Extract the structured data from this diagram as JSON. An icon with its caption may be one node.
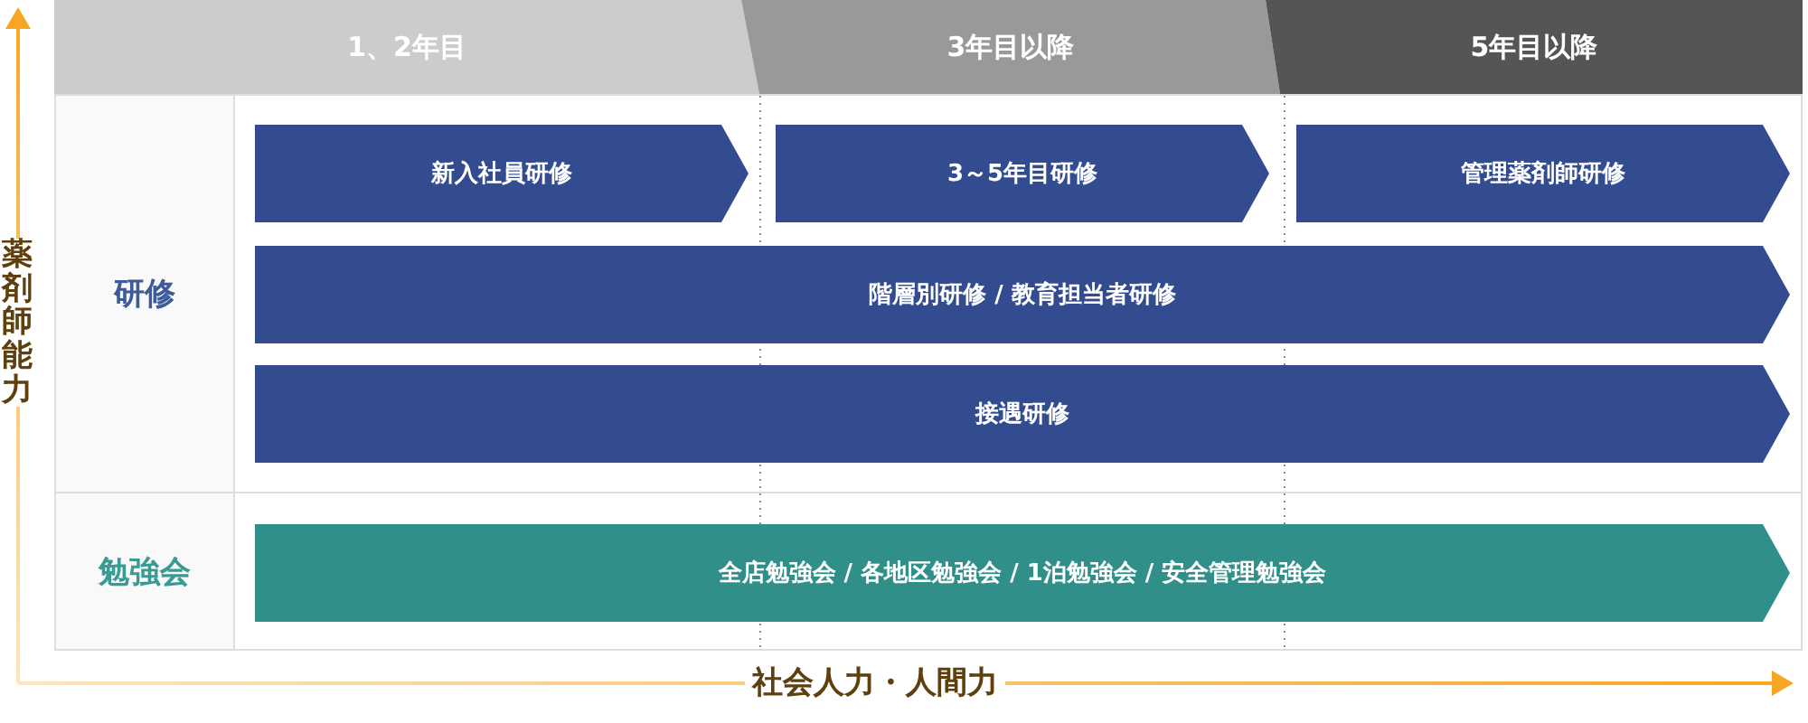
{
  "diagram": {
    "nodes": [
      {
        "text": [
          "1、2年目"
        ]
      },
      {
        "text": [
          "3年目以降"
        ]
      },
      {
        "text": [
          "5年目以降"
        ]
      },
      {
        "text": [
          "研修"
        ]
      },
      {
        "text": [
          "新入社員研修"
        ]
      },
      {
        "text": [
          "3～5年目研修"
        ]
      },
      {
        "text": [
          "管理薬剤師研修"
        ]
      },
      {
        "text": [
          "階層別研修 / 教育担当者研修"
        ]
      },
      {
        "text": [
          "接遇研修"
        ]
      },
      {
        "text": [
          "勉強会"
        ]
      },
      {
        "text": [
          "全店勉強会 / 各地区勉強会 / 1泊勉強会 / 安全管理勉強会"
        ]
      }
    ],
    "labels": [
      "薬剤師能力",
      "社会人力・人間力"
    ]
  }
}
